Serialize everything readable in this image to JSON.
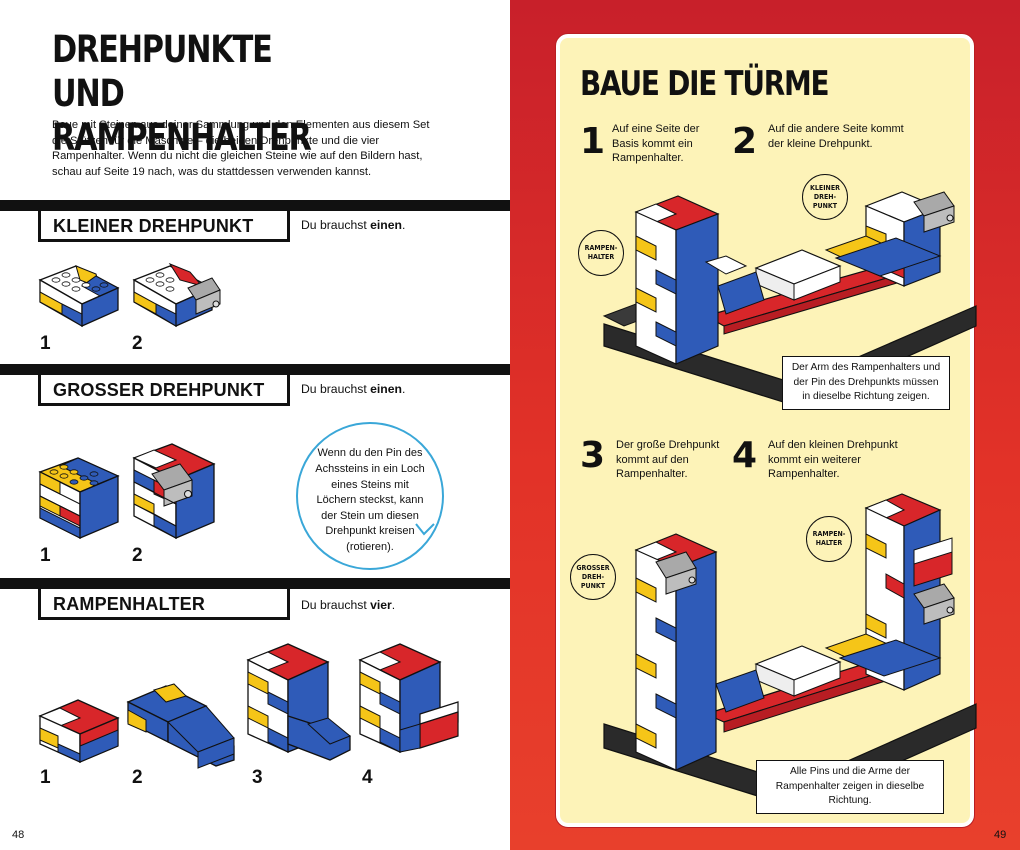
{
  "left_page": {
    "title": "DREHPUNKTE UND RAMPENHALTER",
    "intro": "Baue mit Steinen aus deiner Sammlung und den Elementen aus diesem Set die Stützen für die Maschine – die beiden Drehpunkte und die vier Rampenhalter. Wenn du nicht die gleichen Steine wie auf den Bildern hast, schau auf Seite 19 nach, was du stattdessen verwenden kannst.",
    "page_number": "48",
    "sections": [
      {
        "heading": "KLEINER DREHPUNKT",
        "need_prefix": "Du brauchst ",
        "need_count": "einen",
        "need_suffix": ".",
        "steps": [
          "1",
          "2"
        ]
      },
      {
        "heading": "GROSSER DREHPUNKT",
        "need_prefix": "Du brauchst ",
        "need_count": "einen",
        "need_suffix": ".",
        "steps": [
          "1",
          "2"
        ]
      },
      {
        "heading": "RAMPENHALTER",
        "need_prefix": "Du brauchst ",
        "need_count": "vier",
        "need_suffix": ".",
        "steps": [
          "1",
          "2",
          "3",
          "4"
        ]
      }
    ],
    "tip_bubble": "Wenn du den Pin des Achssteins in ein Loch eines Steins mit Löchern steckst, kann der Stein um diesen Drehpunkt kreisen (rotieren)."
  },
  "right_page": {
    "title": "BAUE DIE TÜRME",
    "page_number": "49",
    "steps": [
      {
        "number": "1",
        "text": "Auf eine Seite der Basis kommt ein Rampenhalter."
      },
      {
        "number": "2",
        "text": "Auf die andere Seite kommt der kleine Drehpunkt."
      },
      {
        "number": "3",
        "text": "Der große Drehpunkt kommt auf den Rampenhalter."
      },
      {
        "number": "4",
        "text": "Auf den kleinen Drehpunkt kommt ein weiterer Rampenhalter."
      }
    ],
    "labels": {
      "rampenhalter_top": "RAMPEN-HALTER",
      "kleiner_drehpunkt": "KLEINER DREH-PUNKT",
      "grosser_drehpunkt": "GROSSER DREH-PUNKT",
      "rampenhalter_bottom": "RAMPEN-HALTER"
    },
    "note_top": "Der Arm des Rampenhalters und der Pin des Drehpunkts müssen in dieselbe Richtung zeigen.",
    "note_bottom": "Alle Pins und die Arme der Rampenhalter zeigen in dieselbe Richtung."
  },
  "colors": {
    "brick_red": "#d8262a",
    "brick_blue": "#2f5bb8",
    "brick_yellow": "#f5c518",
    "brick_white": "#ffffff",
    "brick_black": "#2a2a2a",
    "brick_gray": "#a9a9a9",
    "panel_bg": "#fdf3b8",
    "page_red": "#e23228",
    "bubble_blue": "#3aa7d8"
  }
}
